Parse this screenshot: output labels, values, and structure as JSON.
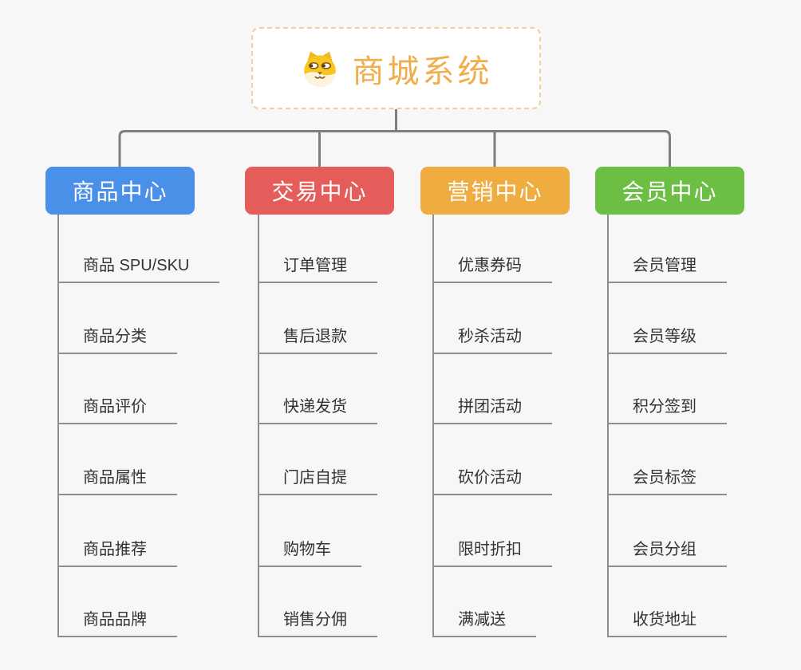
{
  "root": {
    "title": "商城系统",
    "icon": "dog-face-icon",
    "accent_color": "#f0ad4a",
    "border_color": "#f3cf9b"
  },
  "connector_color": "#7e7e7e",
  "branch_line_color": "#8e8e8e",
  "leaf_text_color": "#333333",
  "branches": [
    {
      "id": "product-center",
      "label": "商品中心",
      "color": "#4a8fe8",
      "children": [
        "商品 SPU/SKU",
        "商品分类",
        "商品评价",
        "商品属性",
        "商品推荐",
        "商品品牌"
      ]
    },
    {
      "id": "trade-center",
      "label": "交易中心",
      "color": "#e55d5b",
      "children": [
        "订单管理",
        "售后退款",
        "快递发货",
        "门店自提",
        "购物车",
        "销售分佣"
      ]
    },
    {
      "id": "marketing-center",
      "label": "营销中心",
      "color": "#efac41",
      "children": [
        "优惠券码",
        "秒杀活动",
        "拼团活动",
        "砍价活动",
        "限时折扣",
        "满减送"
      ]
    },
    {
      "id": "member-center",
      "label": "会员中心",
      "color": "#6cbe45",
      "children": [
        "会员管理",
        "会员等级",
        "积分签到",
        "会员标签",
        "会员分组",
        "收货地址"
      ]
    }
  ]
}
